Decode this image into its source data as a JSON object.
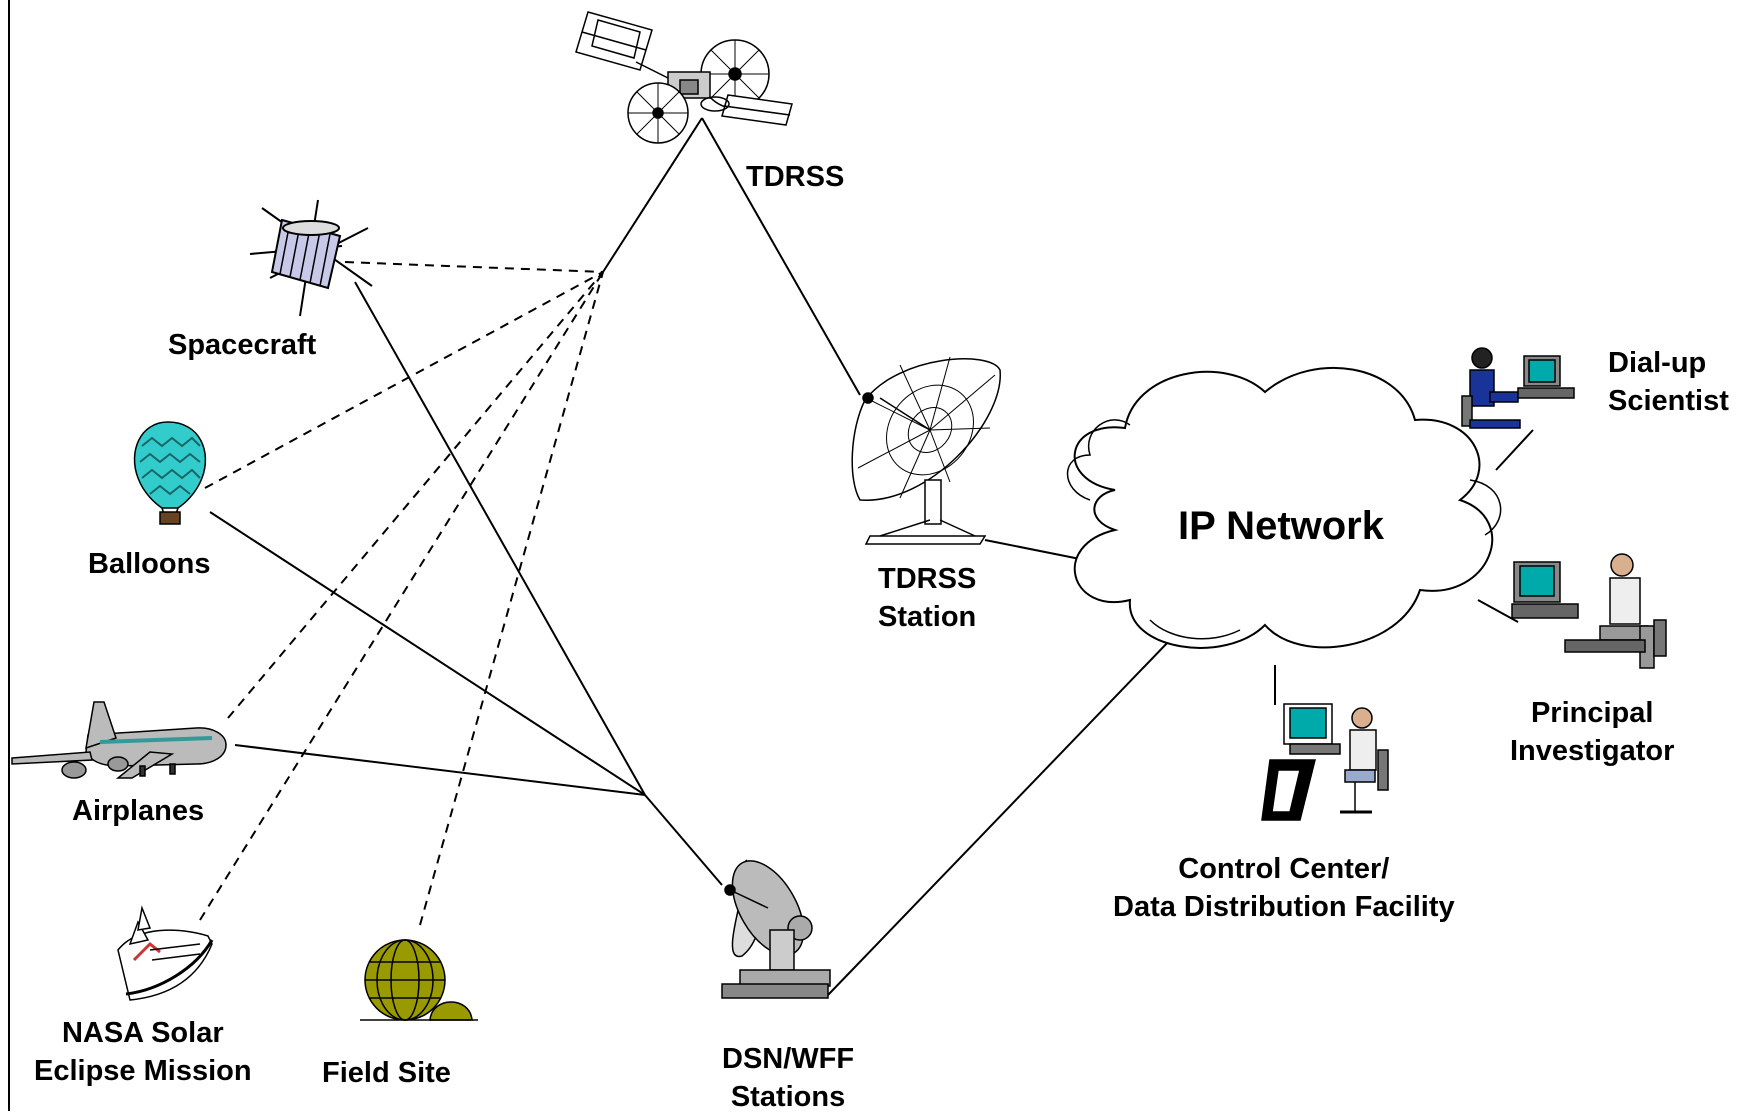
{
  "labels": {
    "tdrss": "TDRSS",
    "spacecraft": "Spacecraft",
    "balloons": "Balloons",
    "airplanes": "Airplanes",
    "eclipse_line1": "NASA Solar",
    "eclipse_line2": "Eclipse Mission",
    "field_site": "Field Site",
    "dsn_line1": "DSN/WFF",
    "dsn_line2": "Stations",
    "tdrss_station_line1": "TDRSS",
    "tdrss_station_line2": "Station",
    "ip_network": "IP Network",
    "control_line1": "Control Center/",
    "control_line2": "Data Distribution Facility",
    "pi_line1": "Principal",
    "pi_line2": "Investigator",
    "dialup_line1": "Dial-up",
    "dialup_line2": "Scientist"
  },
  "colors": {
    "balloon": "#33cccc",
    "field_site": "#999900",
    "airplane_stripe": "#339999",
    "screen": "#00aaaa",
    "dialup_person": "#1a3399"
  }
}
